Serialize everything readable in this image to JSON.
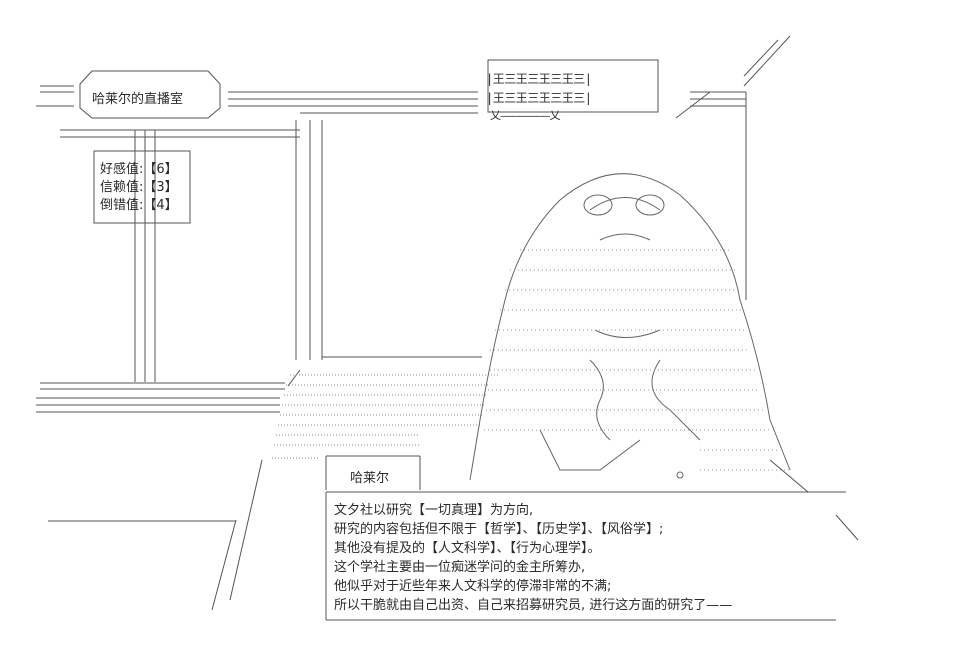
{
  "stream": {
    "title": "哈莱尔的直播室",
    "banner_rows": [
      "|王三王三王三王三|",
      "|王三王三王三王三|"
    ],
    "banner_caption": "乂――――――――乂",
    "stats": [
      {
        "label": "好感值",
        "value": "【6】"
      },
      {
        "label": "信赖值",
        "value": "【3】"
      },
      {
        "label": "倒错值",
        "value": "【4】"
      }
    ]
  },
  "dialog": {
    "speaker": "哈莱尔",
    "lines": [
      "文夕社以研究【一切真理】为方向,",
      "研究的内容包括但不限于【哲学】、【历史学】、【风俗学】;",
      "其他没有提及的【人文科学】、【行为心理学】。",
      "这个学社主要由一位痴迷学问的金主所筹办,",
      "他似乎对于近些年来人文科学的停滞非常的不满;",
      "所以干脆就由自己出资、自己来招募研究员, 进行这方面的研究了——"
    ]
  }
}
